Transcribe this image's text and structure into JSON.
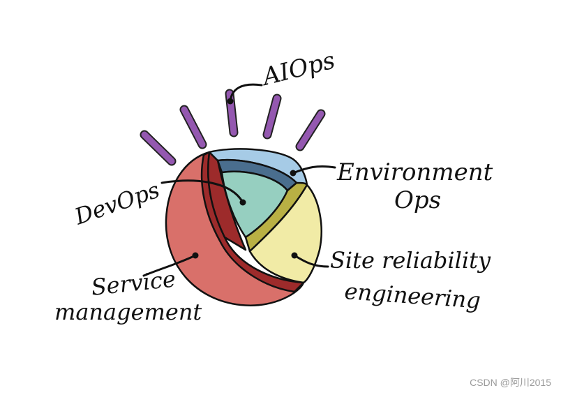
{
  "labels": {
    "aiops": "AIOps",
    "environment_line1": "Environment",
    "environment_line2": "Ops",
    "devops": "DevOps",
    "sre_line1": "Site reliability",
    "sre_line2": "engineering",
    "service_line1": "Service",
    "service_line2": "management"
  },
  "colors": {
    "ray": "#9458b0",
    "service_management": "#d9706a",
    "service_inner": "#9d2b2b",
    "devops": "#96cfc0",
    "environment_ops": "#4a6e8e",
    "environment_top": "#a6cbe6",
    "sre": "#f1eba6",
    "sre_band": "#b9b044"
  },
  "watermark": "CSDN @阿川2015"
}
